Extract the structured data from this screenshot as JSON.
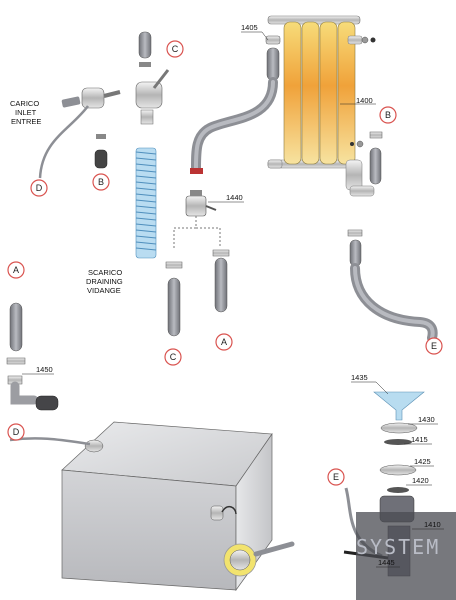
{
  "labels": {
    "inlet": [
      "CARICO",
      "INLET",
      "ENTREE"
    ],
    "drain": [
      "SCARICO",
      "DRAINING",
      "VIDANGE"
    ]
  },
  "part_numbers": {
    "p1405": "1405",
    "p1400": "1400",
    "p1440": "1440",
    "p1450": "1450",
    "p1435": "1435",
    "p1430": "1430",
    "p1415": "1415",
    "p1425": "1425",
    "p1420": "1420",
    "p1410": "1410",
    "p1445": "1445"
  },
  "connectors": {
    "c_top": "C",
    "b_right": "B",
    "d_left": "D",
    "b_left": "B",
    "a_left": "A",
    "d_mid": "D",
    "c_bottom": "C",
    "a_bottom": "A",
    "e_right": "E",
    "e_lower": "E"
  },
  "watermark": "SYSTEM",
  "colors": {
    "connector_ring": "#d9534f",
    "hose": "#9a9ca3",
    "radiator_top": "#f5d36a",
    "radiator_mid": "#f0a23a",
    "tank": "#d6d7d9",
    "drain_coil": "#8fc3e3"
  }
}
